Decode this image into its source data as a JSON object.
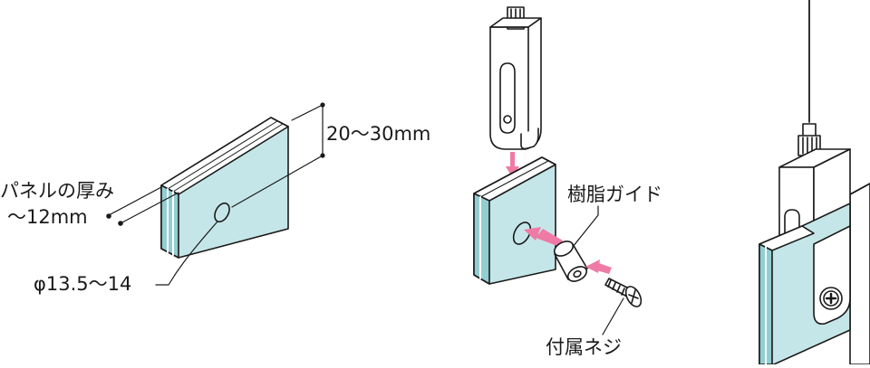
{
  "labels": {
    "panel_thickness_line1": "パネルの厚み",
    "panel_thickness_line2": "〜12mm",
    "spacing": "20〜30mm",
    "hole_diameter": "φ13.5〜14",
    "resin_guide": "樹脂ガイド",
    "included_screw": "付属ネジ"
  },
  "colors": {
    "glass": "#c5e6e8",
    "glass_edge": "#92cdd2",
    "metal": "#ffffff",
    "outline": "#1a1a1a",
    "arrow": "#f07aa6"
  },
  "icons": [
    "glass-panel",
    "hanger-clamp",
    "resin-guide",
    "screw",
    "wire"
  ]
}
